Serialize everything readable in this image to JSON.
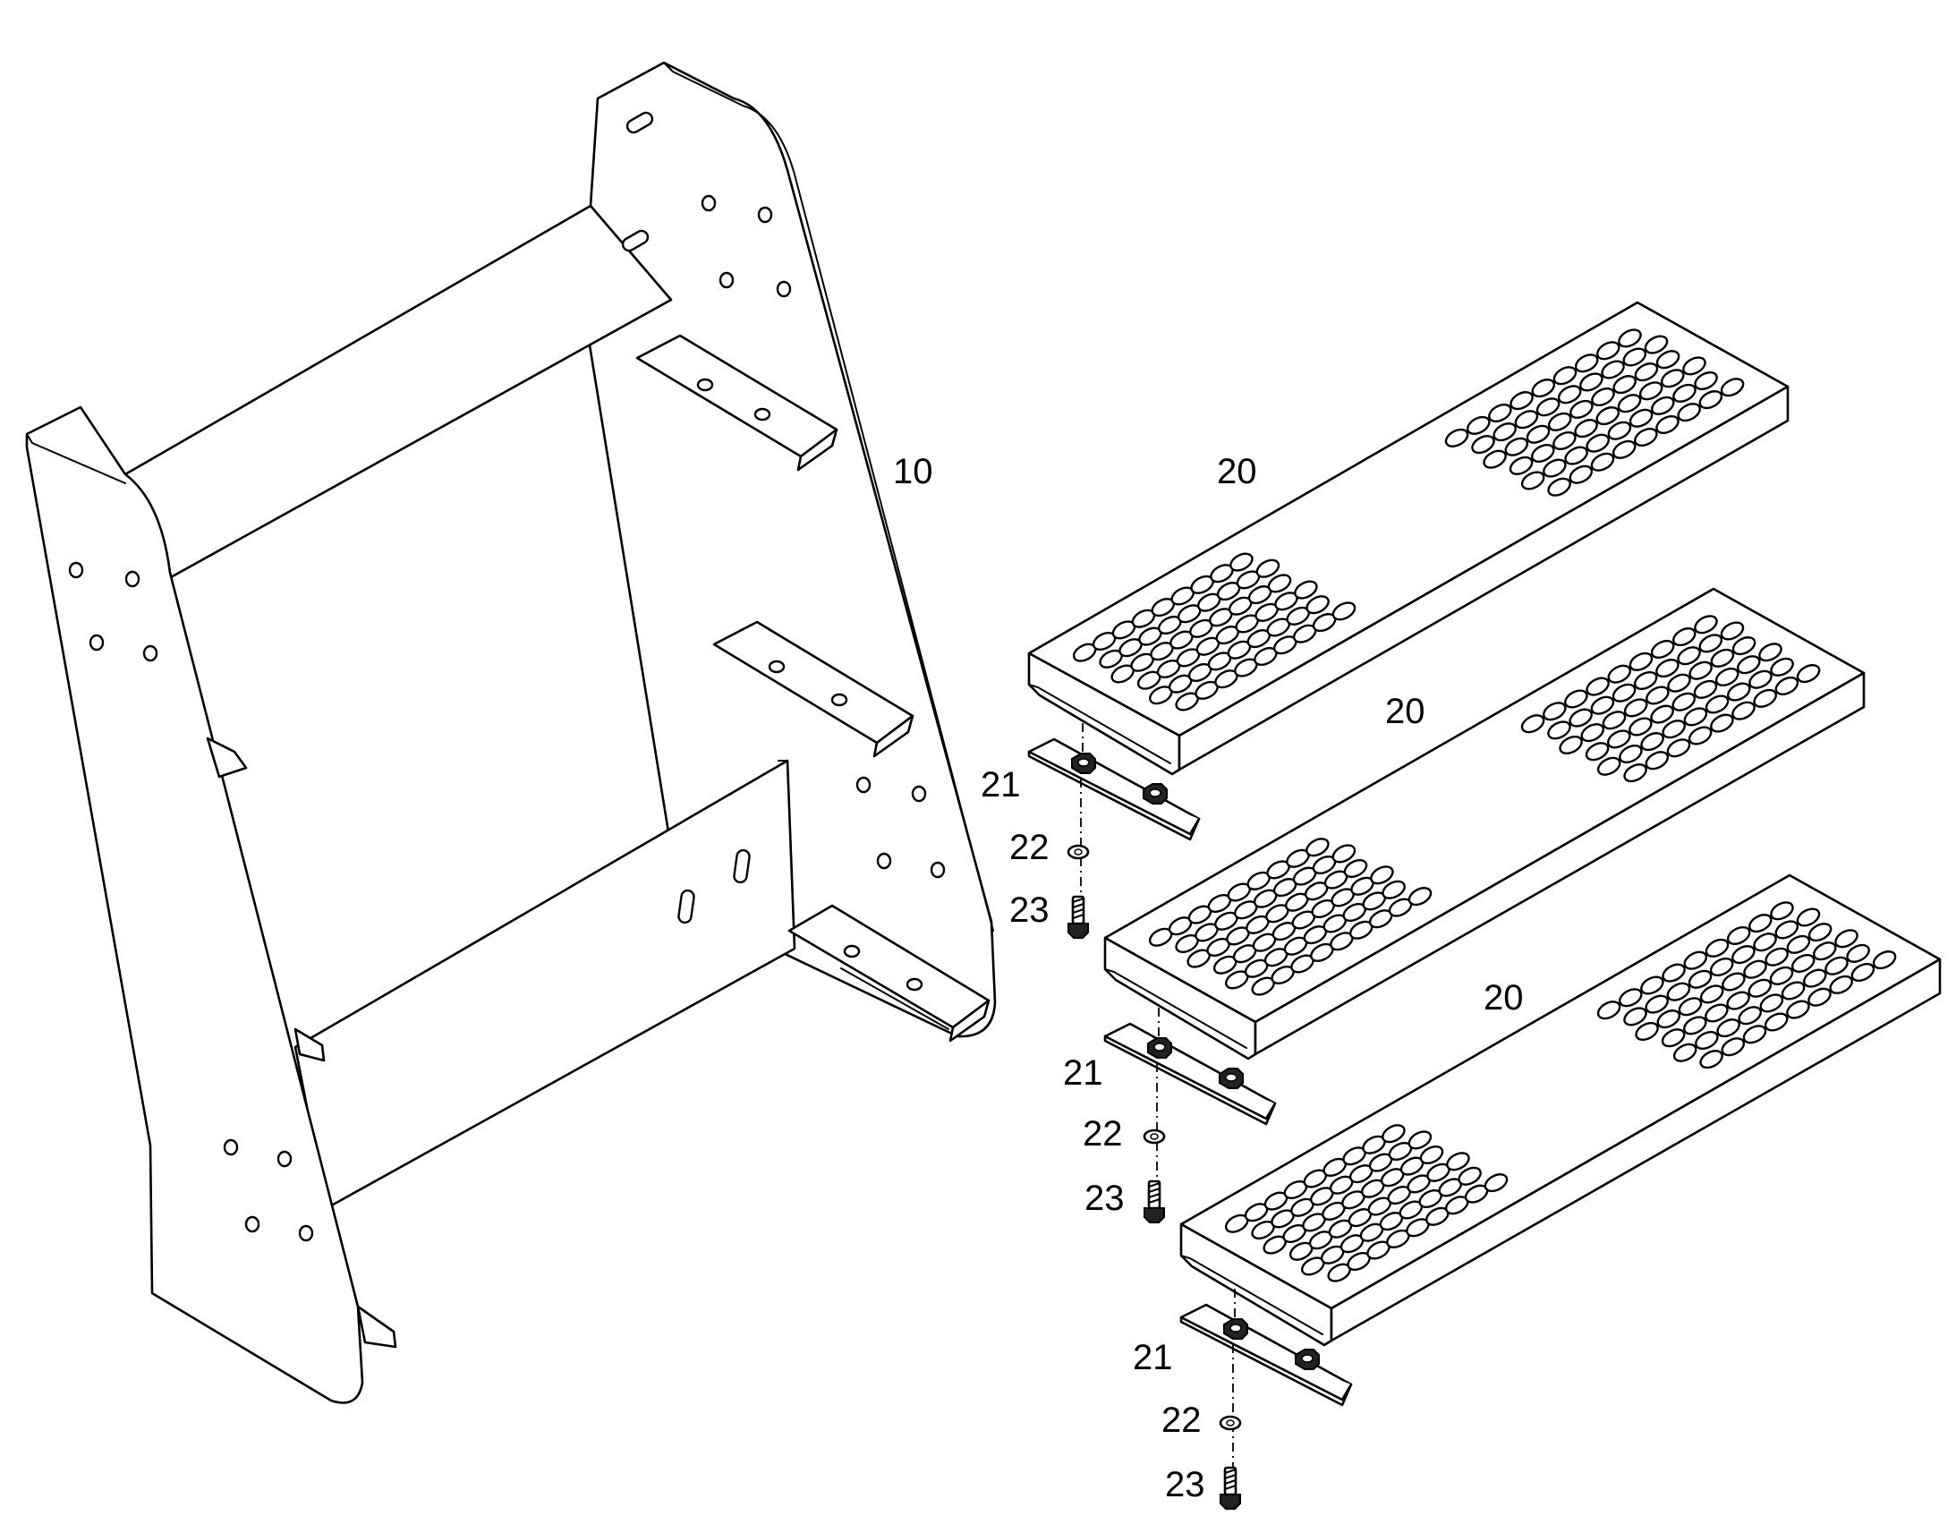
{
  "callouts": {
    "frame": "10",
    "step_1": "20",
    "step_2": "20",
    "step_3": "20",
    "plate_1": "21",
    "plate_2": "21",
    "plate_3": "21",
    "washer_1": "22",
    "washer_2": "22",
    "washer_3": "22",
    "bolt_1": "23",
    "bolt_2": "23",
    "bolt_3": "23"
  },
  "colors": {
    "line": "#000000",
    "background": "#ffffff"
  }
}
